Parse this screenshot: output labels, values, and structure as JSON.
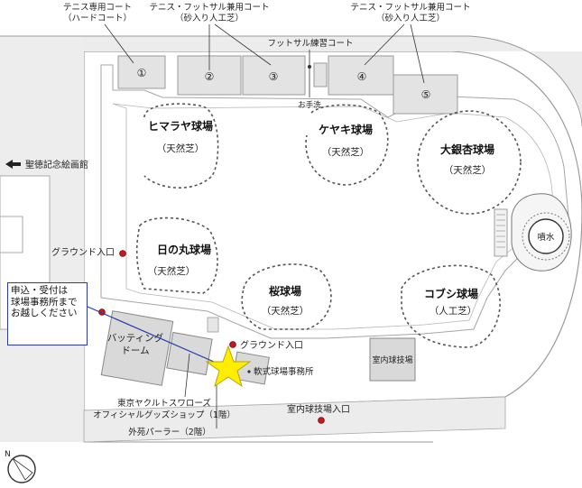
{
  "top_labels": {
    "tennis_hard_line1": "テニス専用コート",
    "tennis_hard_line2": "（ハードコート）",
    "tennis_futsal_a_line1": "テニス・フットサル兼用コート",
    "tennis_futsal_a_line2": "（砂入り人工芝）",
    "tennis_futsal_b_line1": "テニス・フットサル兼用コート",
    "tennis_futsal_b_line2": "（砂入り人工芝）",
    "futsal_practice": "フットサル練習コート",
    "restroom": "お手洗"
  },
  "courts": [
    "①",
    "②",
    "③",
    "④",
    "⑤"
  ],
  "fields": [
    {
      "name": "ヒマラヤ球場",
      "surface": "（天然芝）"
    },
    {
      "name": "ケヤキ球場",
      "surface": "（天然芝）"
    },
    {
      "name": "大銀杏球場",
      "surface": "（天然芝）"
    },
    {
      "name": "日の丸球場",
      "surface": "（天然芝）"
    },
    {
      "name": "桜球場",
      "surface": "（天然芝）"
    },
    {
      "name": "コブシ球場",
      "surface": "（人工芝）"
    }
  ],
  "fountain": "噴水",
  "museum": "聖徳記念絵画館",
  "ground_entrance_left": "グラウンド入口",
  "ground_entrance_center": "グラウンド入口",
  "batting_dome_line1": "バッティング",
  "batting_dome_line2": "ドーム",
  "office": "軟式球場事務所",
  "indoor_field": "室内球技場",
  "indoor_field_entrance": "室内球技場入口",
  "shop_line1": "東京ヤクルトスワローズ",
  "shop_line2": "オフィシャルグッズショップ（1階）",
  "parlor": "外苑パーラー（2階）",
  "notice": {
    "line1": "申込・受付は",
    "line2": "球場事務所まで",
    "line3": "お越しください"
  },
  "compass": "N",
  "colors": {
    "entrance_dot": "#d0141c",
    "star": "#ffee00",
    "notice_border": "#2a3aa8"
  }
}
